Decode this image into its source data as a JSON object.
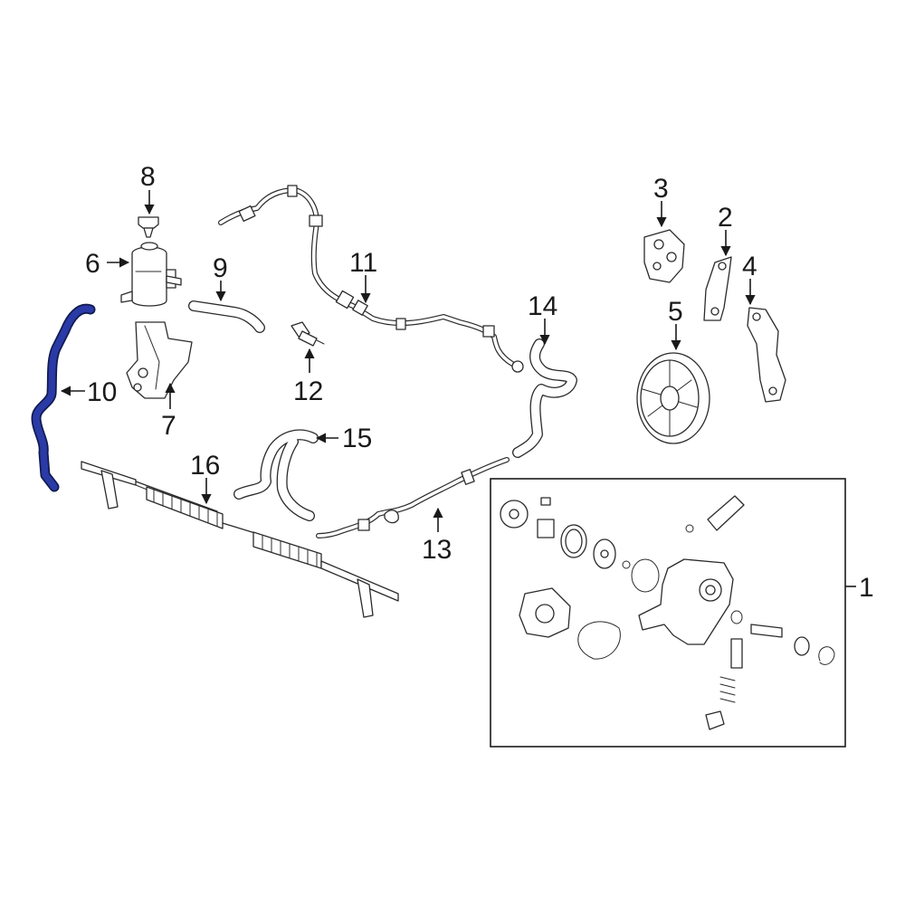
{
  "callouts": {
    "c1": "1",
    "c2": "2",
    "c3": "3",
    "c4": "4",
    "c5": "5",
    "c6": "6",
    "c7": "7",
    "c8": "8",
    "c9": "9",
    "c10": "10",
    "c11": "11",
    "c12": "12",
    "c13": "13",
    "c14": "14",
    "c15": "15",
    "c16": "16"
  },
  "highlight_color": "#2a3aa6",
  "highlighted_part": "10"
}
